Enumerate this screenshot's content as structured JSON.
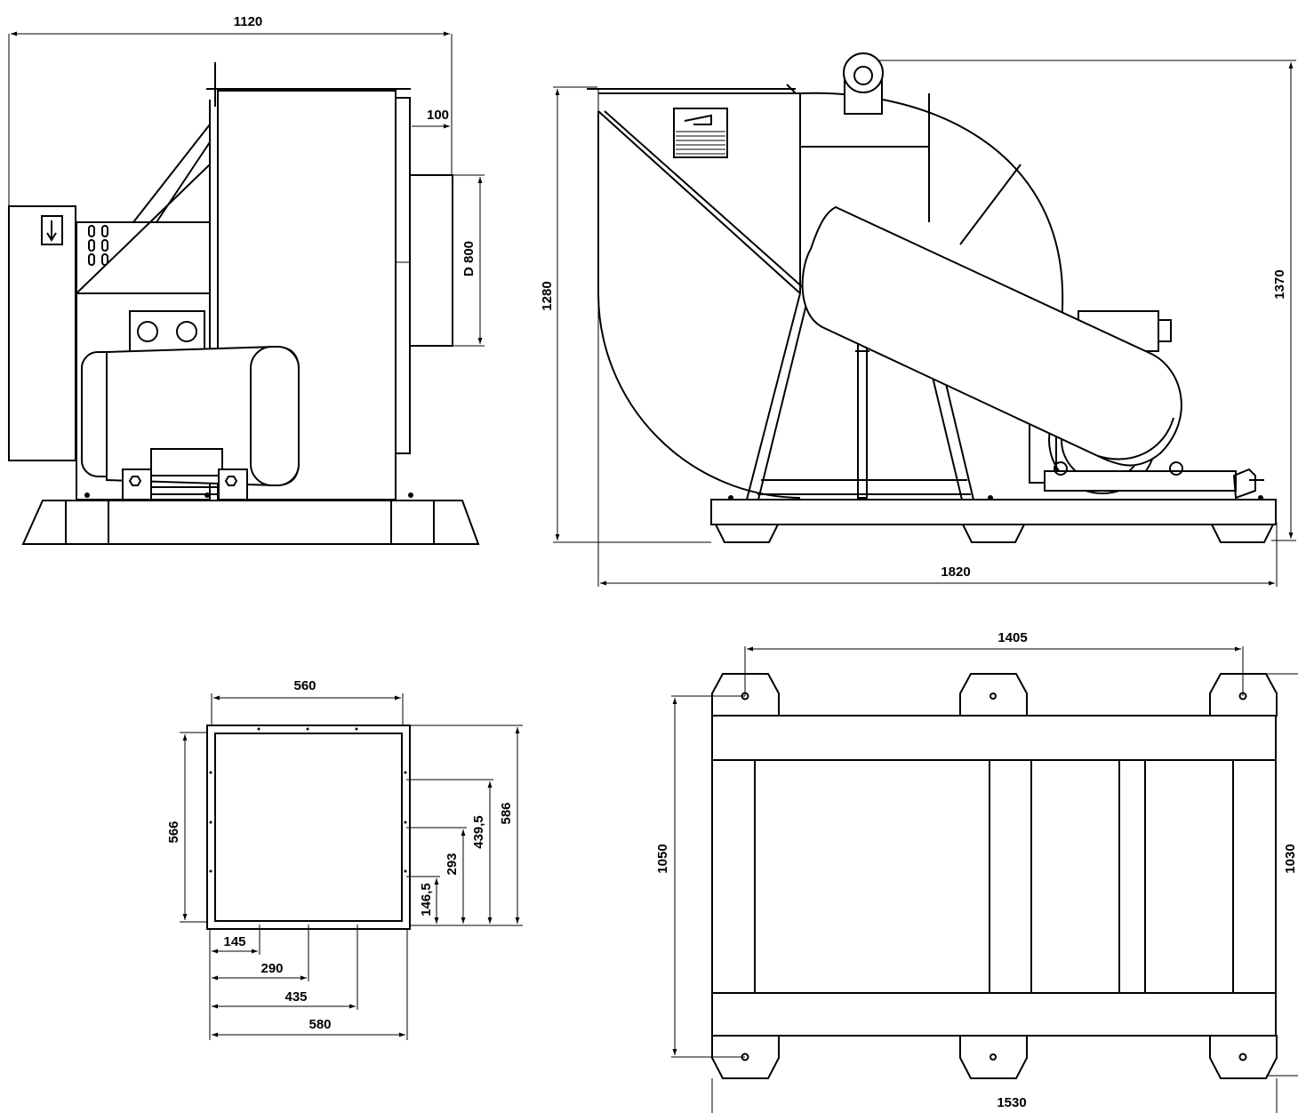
{
  "side_view": {
    "width_dim": "1120",
    "flange_dim": "100",
    "outlet_dim": "D 800"
  },
  "front_view": {
    "height_dim": "1280",
    "total_height_dim": "1370",
    "length_dim": "1820"
  },
  "inlet_flange_view": {
    "width_dim": "560",
    "height_dim": "566",
    "outer_height_dim": "586",
    "hole_h1": "146,5",
    "hole_h2": "293",
    "hole_h3": "439,5",
    "hole_w1": "145",
    "hole_w2": "290",
    "hole_w3": "435",
    "outer_width_dim": "580"
  },
  "base_plan_view": {
    "hole_spacing_dim": "1405",
    "hole_depth_dim": "1050",
    "base_depth_dim": "1030",
    "base_length_dim": "1530"
  }
}
